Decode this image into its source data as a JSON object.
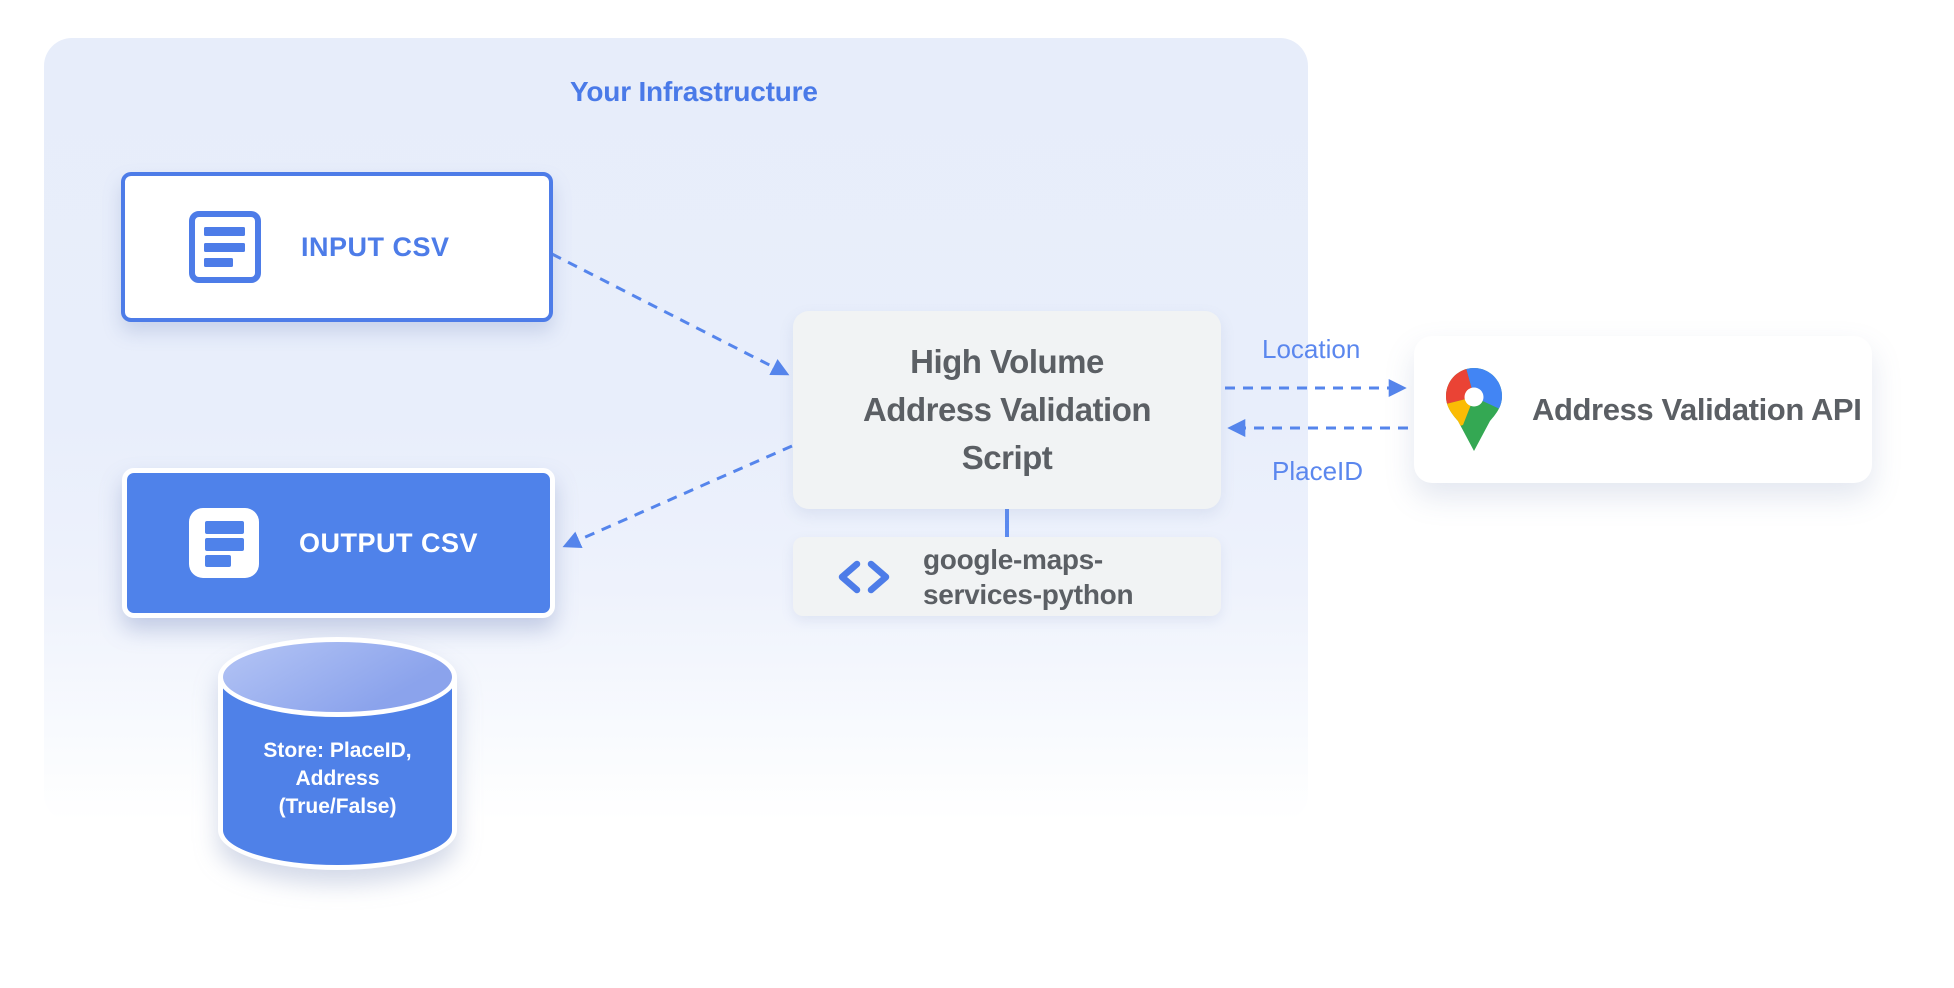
{
  "title": "Your Infrastructure",
  "nodes": {
    "input_csv": {
      "label": "INPUT CSV",
      "icon": "document-icon"
    },
    "output_csv": {
      "label": "OUTPUT CSV",
      "icon": "document-icon"
    },
    "datastore": {
      "shape": "cylinder",
      "lines": [
        "Store: PlaceID,",
        "Address",
        "(True/False)"
      ]
    },
    "script": {
      "lines": [
        "High Volume",
        "Address Validation",
        "Script"
      ]
    },
    "library": {
      "icon": "code-icon",
      "lines": [
        "google-maps-",
        "services-python"
      ]
    },
    "api": {
      "icon": "google-maps-pin-icon",
      "label": "Address Validation API"
    }
  },
  "edges": [
    {
      "from": "input-csv",
      "to": "script",
      "style": "dashed"
    },
    {
      "from": "script",
      "to": "output-csv",
      "style": "dashed"
    },
    {
      "from": "script",
      "to": "api",
      "label": "Location",
      "style": "dashed"
    },
    {
      "from": "api",
      "to": "script",
      "label": "PlaceID",
      "style": "dashed"
    },
    {
      "from": "script",
      "to": "library",
      "style": "solid"
    }
  ],
  "colors": {
    "primary_blue": "#4D7CE8",
    "fill_blue": "#4F82EA",
    "arrow_blue": "#5585EC",
    "label_blue": "#5B87EE",
    "container_bg": "#E8EDFA",
    "box_gray": "#F1F3F4",
    "text_gray": "#5B5F64",
    "cylinder_top": "#93AAEE",
    "pin_red": "#EA4335",
    "pin_blue": "#4285F4",
    "pin_yellow": "#FBBC04",
    "pin_green": "#34A853"
  }
}
